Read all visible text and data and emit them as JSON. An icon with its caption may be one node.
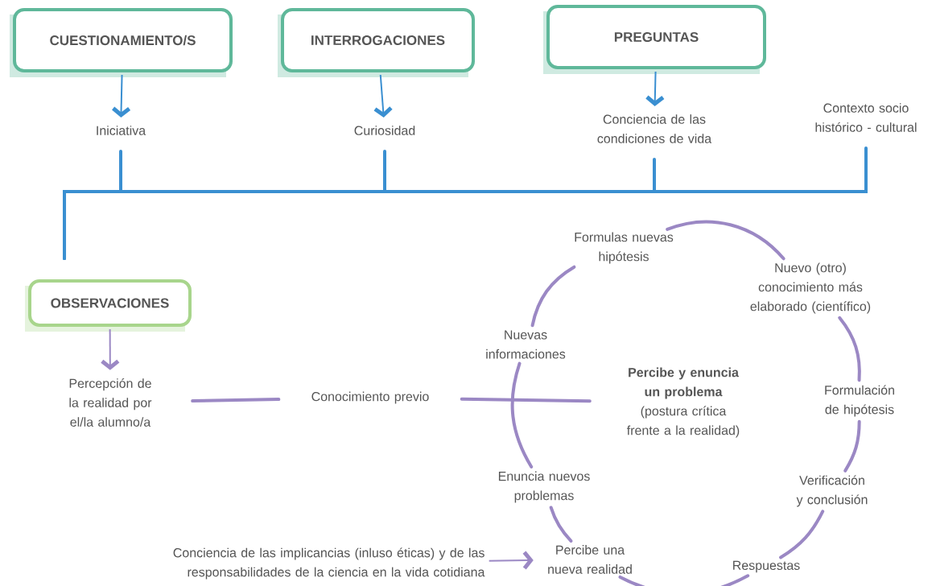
{
  "diagram": {
    "nodes": [
      {
        "text": [
          "CUESTIONAMIENTO/S"
        ]
      },
      {
        "text": [
          "INTERROGACIONES"
        ]
      },
      {
        "text": [
          "PREGUNTAS"
        ]
      },
      {
        "text": [
          "OBSERVACIONES"
        ]
      },
      {
        "text": [
          "Iniciativa"
        ]
      },
      {
        "text": [
          "Curiosidad"
        ]
      },
      {
        "text": [
          "Conciencia de las condiciones de vida"
        ]
      },
      {
        "text": [
          "Contexto socio histórico - cultural"
        ]
      },
      {
        "text": [
          "Percepción de la realidad por el/la alumno/a"
        ]
      },
      {
        "text": [
          "Conocimiento previo"
        ]
      },
      {
        "text": [
          "Percibe y enuncia un problema",
          "(postura crítica frente a la realidad)"
        ]
      },
      {
        "text": [
          "Nuevas informaciones"
        ]
      },
      {
        "text": [
          "Formulas nuevas hipótesis"
        ]
      },
      {
        "text": [
          "Nuevo (otro) conocimiento más elaborado (científico)"
        ]
      },
      {
        "text": [
          "Formulación de hipótesis"
        ]
      },
      {
        "text": [
          "Verificación y conclusión"
        ]
      },
      {
        "text": [
          "Respuestas"
        ]
      },
      {
        "text": [
          "Percibe una nueva realidad"
        ]
      },
      {
        "text": [
          "Enuncia nuevos problemas"
        ]
      },
      {
        "text": [
          "Conciencia de las implicancias (inluso éticas) y de las responsabilidades de la ciencia en la vida  cotidiana"
        ]
      }
    ],
    "edges": [
      {
        "from": 0,
        "to": 4,
        "arrow": "to",
        "color": "#3a8fd1"
      },
      {
        "from": 1,
        "to": 5,
        "arrow": "to",
        "color": "#3a8fd1"
      },
      {
        "from": 2,
        "to": 6,
        "arrow": "to",
        "color": "#3a8fd1"
      },
      {
        "from": 4,
        "to": 3,
        "arrow": "none",
        "color": "#3a8fd1"
      },
      {
        "from": 5,
        "to": 3,
        "arrow": "none",
        "color": "#3a8fd1"
      },
      {
        "from": 6,
        "to": 3,
        "arrow": "none",
        "color": "#3a8fd1"
      },
      {
        "from": 7,
        "to": 3,
        "arrow": "none",
        "color": "#3a8fd1"
      },
      {
        "from": 3,
        "to": 8,
        "arrow": "to"
      },
      {
        "from": 8,
        "to": 9,
        "arrow": "none"
      },
      {
        "from": 9,
        "to": 10,
        "arrow": "none"
      },
      {
        "from": 11,
        "to": 12,
        "arrow": "none"
      },
      {
        "from": 12,
        "to": 13,
        "arrow": "none"
      },
      {
        "from": 13,
        "to": 14,
        "arrow": "none"
      },
      {
        "from": 14,
        "to": 15,
        "arrow": "none"
      },
      {
        "from": 15,
        "to": 16,
        "arrow": "none"
      },
      {
        "from": 16,
        "to": 17,
        "arrow": "none"
      },
      {
        "from": 17,
        "to": 18,
        "arrow": "none"
      },
      {
        "from": 18,
        "to": 11,
        "arrow": "none"
      },
      {
        "from": 19,
        "to": 17,
        "arrow": "to"
      }
    ]
  }
}
